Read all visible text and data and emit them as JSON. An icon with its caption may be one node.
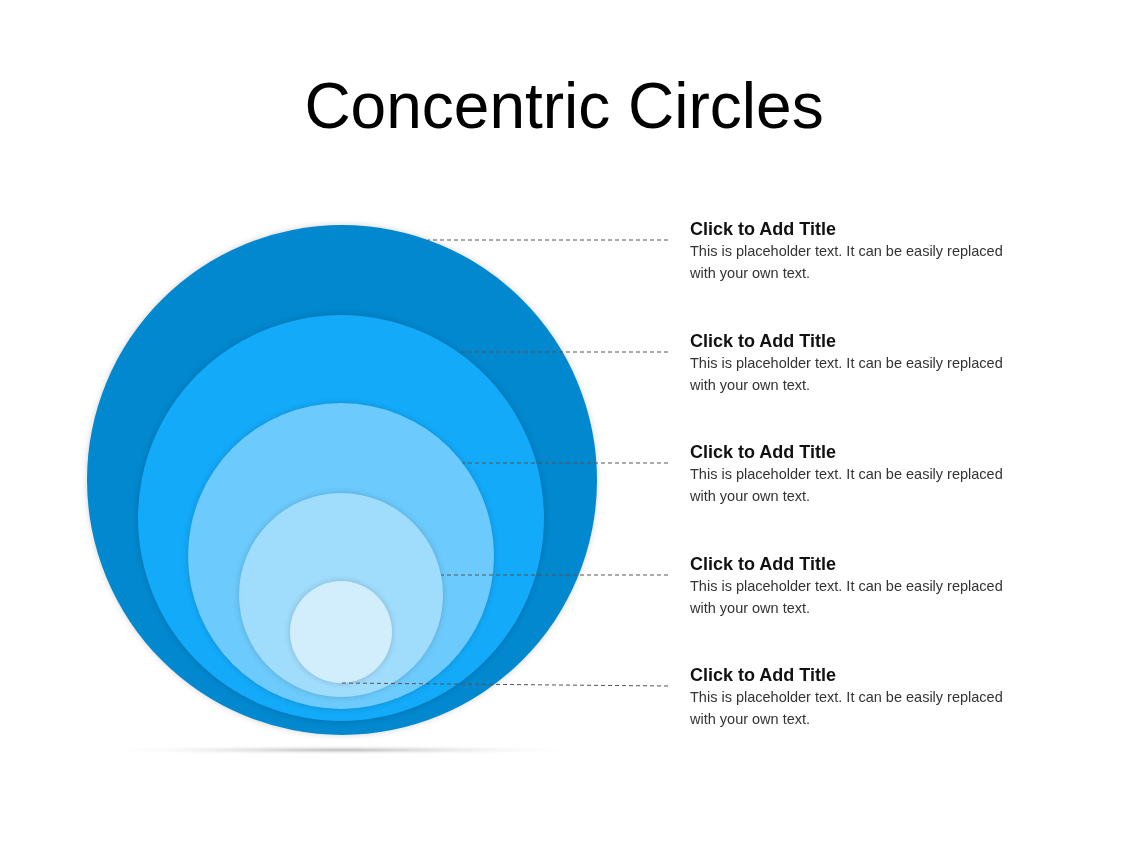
{
  "diagram": {
    "title": "Concentric Circles",
    "nodes": [
      {
        "text": [],
        "shape": "circle"
      },
      {
        "text": [],
        "shape": "circle",
        "in": 0
      },
      {
        "text": [],
        "shape": "circle",
        "in": 1
      },
      {
        "text": [],
        "shape": "circle",
        "in": 2
      },
      {
        "text": [],
        "shape": "circle",
        "in": 3
      },
      {
        "text": [
          "Click to Add Title",
          "This is placeholder  text. It can be easily replaced with your own text."
        ]
      },
      {
        "text": [
          "Click to Add Title",
          "This is placeholder  text. It can be easily replaced with your own text."
        ]
      },
      {
        "text": [
          "Click to Add Title",
          "This is placeholder  text. It can be easily replaced with your own text."
        ]
      },
      {
        "text": [
          "Click to Add Title",
          "This is placeholder  text. It can be easily replaced with your own text."
        ]
      },
      {
        "text": [
          "Click to Add Title",
          "This is placeholder  text. It can be easily replaced with your own text."
        ]
      }
    ],
    "edges": [
      {
        "from": 5,
        "to": 0,
        "arrow": "none",
        "style": "dashed"
      },
      {
        "from": 6,
        "to": 1,
        "arrow": "none",
        "style": "dashed"
      },
      {
        "from": 7,
        "to": 2,
        "arrow": "none",
        "style": "dashed"
      },
      {
        "from": 8,
        "to": 3,
        "arrow": "none",
        "style": "dashed"
      },
      {
        "from": 9,
        "to": 4,
        "arrow": "none",
        "style": "dashed"
      }
    ]
  }
}
